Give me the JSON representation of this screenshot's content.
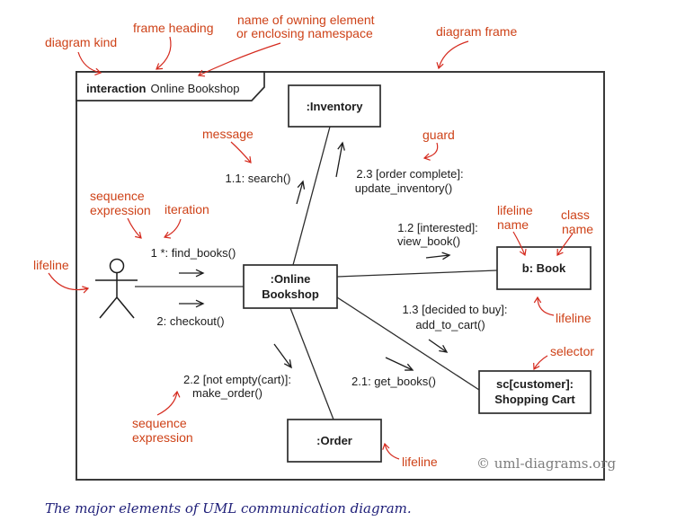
{
  "frame": {
    "kind": "interaction",
    "name": "Online Bookshop"
  },
  "lifelines": {
    "inventory": ":Inventory",
    "online_bookshop": {
      "line1": ":Online",
      "line2": "Bookshop"
    },
    "book": "b: Book",
    "shopping_cart": {
      "line1": "sc[customer]:",
      "line2": "Shopping Cart"
    },
    "order": ":Order"
  },
  "messages": {
    "find_books": "1 *: find_books()",
    "checkout": "2: checkout()",
    "search": "1.1: search()",
    "update_inventory": {
      "line1": "2.3 [order complete]:",
      "line2": "update_inventory()"
    },
    "view_book": {
      "line1": "1.2 [interested]:",
      "line2": "view_book()"
    },
    "add_to_cart": {
      "line1": "1.3 [decided to buy]:",
      "line2": "add_to_cart()"
    },
    "get_books": "2.1: get_books()",
    "make_order": {
      "line1": "2.2 [not empty(cart)]:",
      "line2": "make_order()"
    }
  },
  "annotations": {
    "diagram_kind": "diagram kind",
    "frame_heading": "frame heading",
    "owning_element": {
      "line1": "name of owning element",
      "line2": "or enclosing namespace"
    },
    "diagram_frame": "diagram frame",
    "message": "message",
    "guard": "guard",
    "sequence_expression_top": {
      "line1": "sequence",
      "line2": "expression"
    },
    "iteration": "iteration",
    "lifeline_left": "lifeline",
    "lifeline_name": {
      "line1": "lifeline",
      "line2": "name"
    },
    "class_name": {
      "line1": "class",
      "line2": "name"
    },
    "lifeline_right": "lifeline",
    "selector": "selector",
    "sequence_expression_bottom": {
      "line1": "sequence",
      "line2": "expression"
    },
    "lifeline_bottom": "lifeline"
  },
  "copyright": "© uml-diagrams.org",
  "caption": "The major elements of UML communication diagram.",
  "colors": {
    "annotation_text": "#ce4218",
    "annotation_arrow": "#d52a1e",
    "diagram_ink": "#1c1c1c",
    "copyright_gray": "#7d7d7d",
    "caption_blue": "#1e1e78",
    "background": "#ffffff"
  }
}
